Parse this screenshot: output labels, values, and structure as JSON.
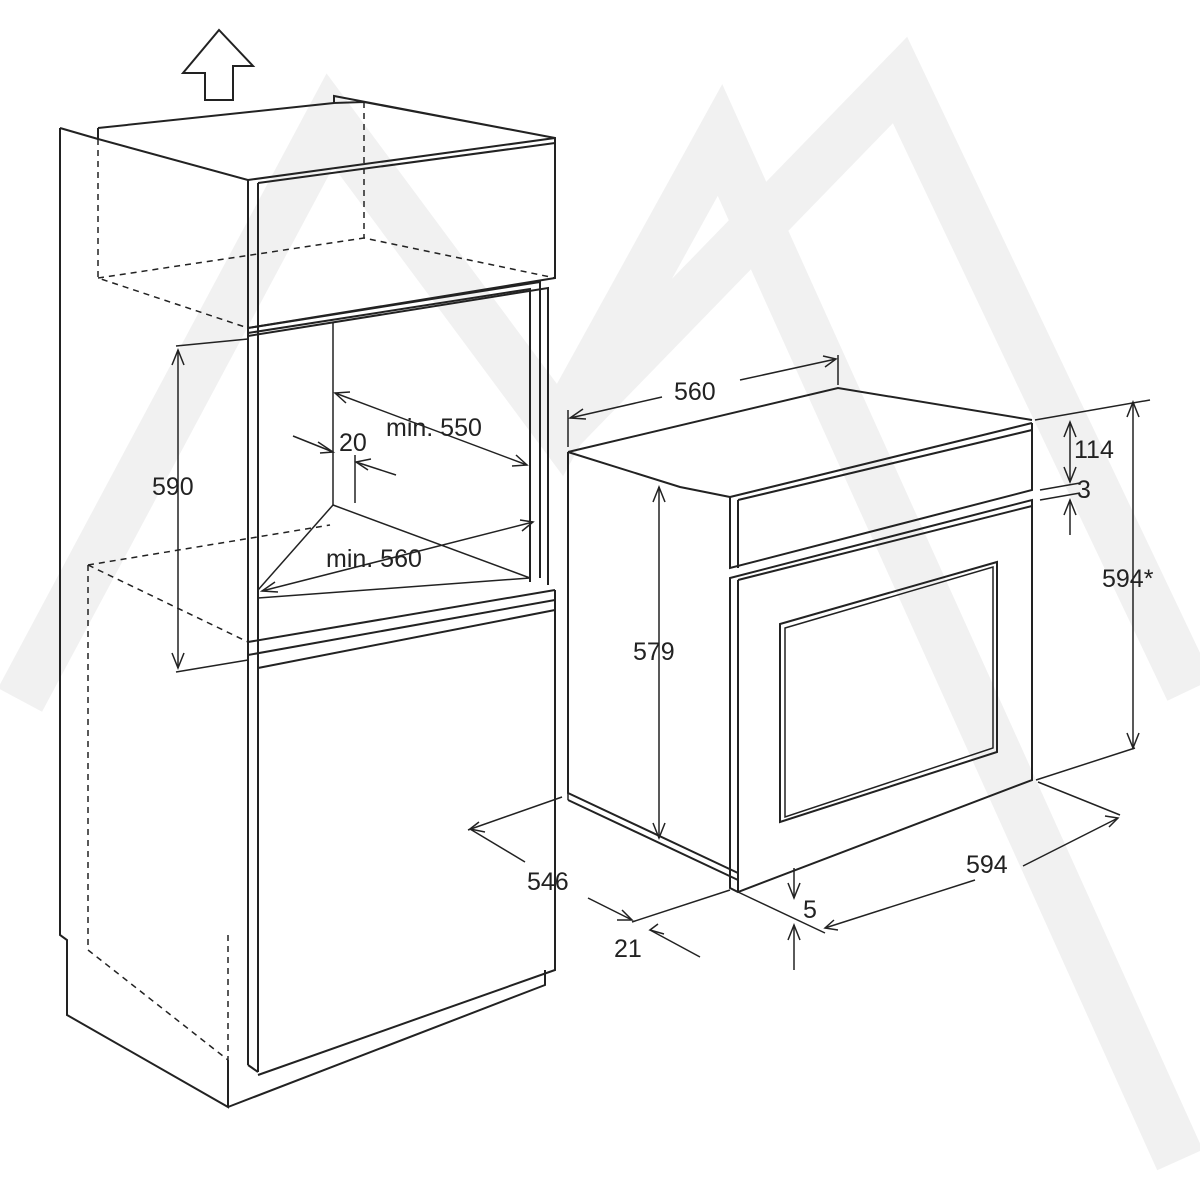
{
  "labels": {
    "cabinet_height": "590",
    "cabinet_depth_min": "min. 550",
    "cabinet_gap": "20",
    "cabinet_width_min": "min. 560",
    "oven_depth_top": "560",
    "oven_body_height": "579",
    "oven_panel_height": "114",
    "oven_gap": "3",
    "oven_total_height": "594*",
    "oven_width": "594",
    "oven_depth_bottom": "546",
    "oven_door_depth": "21",
    "oven_bottom_offset": "5"
  },
  "icons": {
    "ventilation_arrow": "up-arrow-icon"
  },
  "colors": {
    "line": "#222222",
    "background": "#ffffff",
    "watermark": "#f1f1f1"
  }
}
